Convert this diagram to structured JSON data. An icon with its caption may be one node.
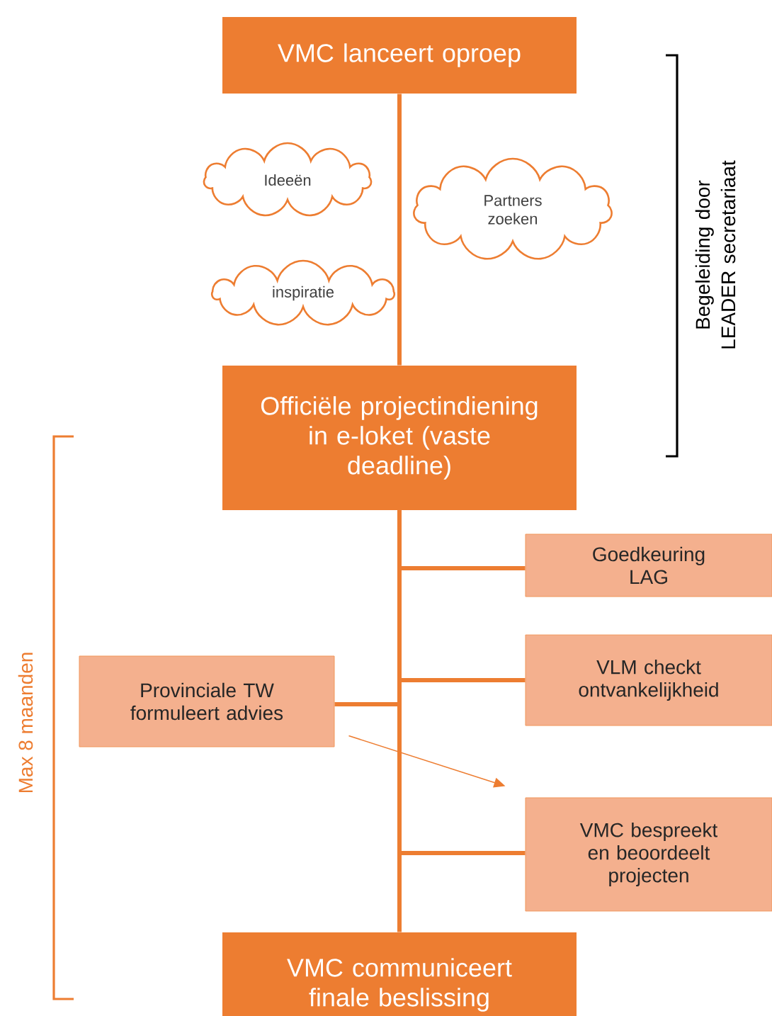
{
  "diagram": {
    "nodes": [
      {
        "text": [
          "VMC lanceert oproep"
        ]
      },
      {
        "text": [
          "Ideeën"
        ]
      },
      {
        "text": [
          "Partners zoeken"
        ]
      },
      {
        "text": [
          "inspiratie"
        ]
      },
      {
        "text": [
          "Officiële projectindiening in e-loket (vaste deadline)"
        ]
      },
      {
        "text": [
          "Goedkeuring LAG"
        ]
      },
      {
        "text": [
          "VLM checkt ontvankelijkheid"
        ]
      },
      {
        "text": [
          "Provinciale TW formuleert advies"
        ]
      },
      {
        "text": [
          "VMC bespreekt en beoordeelt projecten"
        ]
      },
      {
        "text": [
          "VMC communiceert finale beslissing"
        ]
      }
    ],
    "edges": [
      {
        "from": 0,
        "to": 4,
        "arrow": "none"
      },
      {
        "from": 4,
        "to": 5,
        "arrow": "none"
      },
      {
        "from": 4,
        "to": 6,
        "arrow": "none"
      },
      {
        "from": 4,
        "to": 7,
        "arrow": "none"
      },
      {
        "from": 4,
        "to": 8,
        "arrow": "none"
      },
      {
        "from": 4,
        "to": 9,
        "arrow": "none"
      },
      {
        "from": 7,
        "to": 8,
        "arrow": "to"
      }
    ],
    "labels": [
      "Begeleiding door LEADER secretariaat",
      "Max 8 maanden"
    ]
  }
}
